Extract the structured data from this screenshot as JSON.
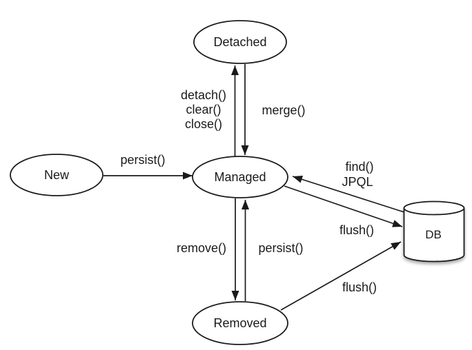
{
  "colors": {
    "line": "#1a1a1a",
    "background": "#ffffff"
  },
  "nodes": {
    "new": {
      "label": "New"
    },
    "managed": {
      "label": "Managed"
    },
    "detached": {
      "label": "Detached"
    },
    "removed": {
      "label": "Removed"
    },
    "db": {
      "label": "DB"
    }
  },
  "edges": {
    "new_to_managed": {
      "label": "persist()"
    },
    "managed_to_detached": {
      "labels": [
        "detach()",
        "clear()",
        "close()"
      ]
    },
    "detached_to_managed": {
      "label": "merge()"
    },
    "managed_to_removed": {
      "label": "remove()"
    },
    "removed_to_managed": {
      "label": "persist()"
    },
    "db_to_managed": {
      "labels": [
        "find()",
        "JPQL"
      ]
    },
    "managed_to_db": {
      "label": "flush()"
    },
    "removed_to_db": {
      "label": "flush()"
    }
  }
}
